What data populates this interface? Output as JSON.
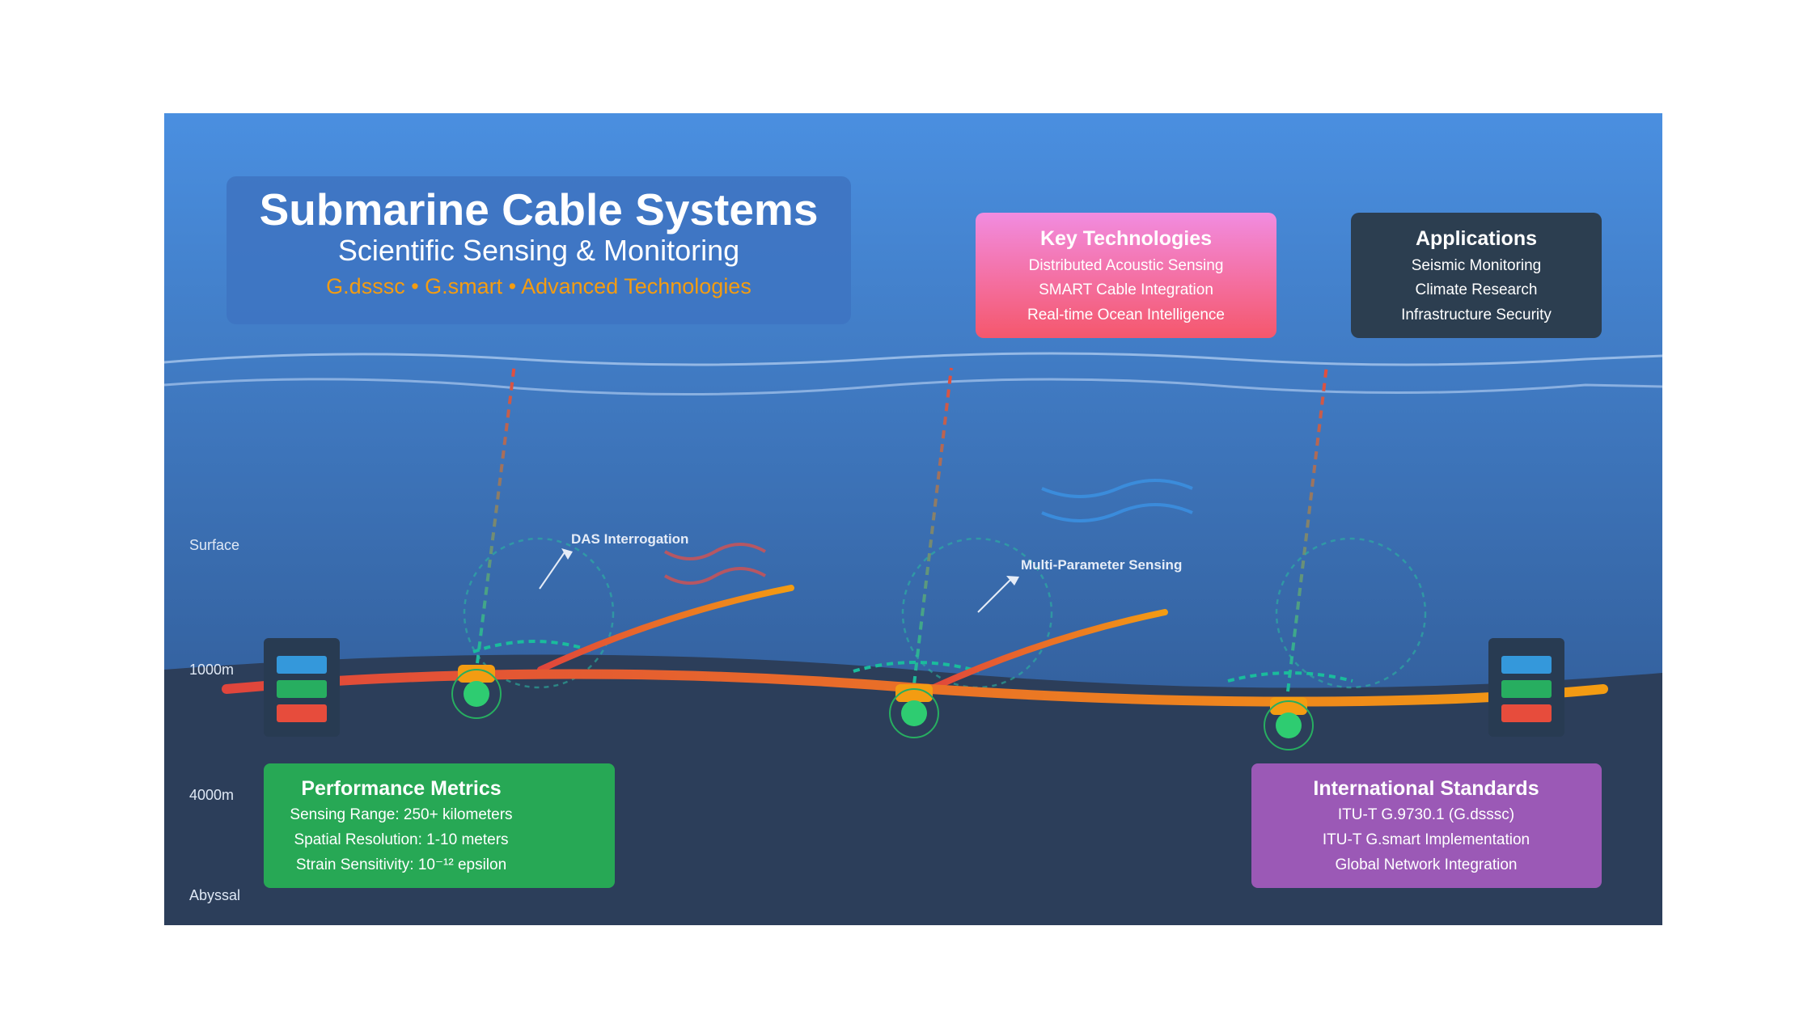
{
  "title": {
    "main": "Submarine Cable Systems",
    "subtitle": "Scientific Sensing & Monitoring",
    "tagline": "G.dsssc • G.smart • Advanced Technologies"
  },
  "key_technologies": {
    "heading": "Key Technologies",
    "items": [
      "Distributed Acoustic Sensing",
      "SMART Cable Integration",
      "Real-time Ocean Intelligence"
    ]
  },
  "applications": {
    "heading": "Applications",
    "items": [
      "Seismic Monitoring",
      "Climate Research",
      "Infrastructure Security"
    ]
  },
  "depth_labels": [
    "Surface",
    "1000m",
    "4000m",
    "Abyssal"
  ],
  "annotations": {
    "das": "DAS Interrogation",
    "multi": "Multi-Parameter Sensing"
  },
  "performance": {
    "heading": "Performance Metrics",
    "items": [
      "Sensing Range: 250+ kilometers",
      "Spatial Resolution: 1-10 meters",
      "Strain Sensitivity: 10⁻¹² epsilon"
    ]
  },
  "standards": {
    "heading": "International Standards",
    "items": [
      "ITU-T G.9730.1 (G.dsssc)",
      "ITU-T G.smart Implementation",
      "Global Network Integration"
    ]
  },
  "colors": {
    "ocean_top": "#4a8fe0",
    "ocean_bottom": "#2c4f86",
    "seabed": "#2c3e5a",
    "cable_start": "#e0453c",
    "cable_end": "#f39c12",
    "repeater_cap": "#f39c12",
    "sensor": "#27ae60",
    "das_beam": "#1abc9c",
    "tech_box_top": "#f28ce0",
    "tech_box_bottom": "#f5576c",
    "apps_box": "#2c3e50",
    "perf_box": "#27a855",
    "standards_box": "#9b59b6",
    "tagline": "#f39c12"
  },
  "icons": [
    "terminal-station-icon",
    "repeater-icon",
    "sensor-node-icon",
    "seismic-wave-icon",
    "arrow-icon"
  ]
}
